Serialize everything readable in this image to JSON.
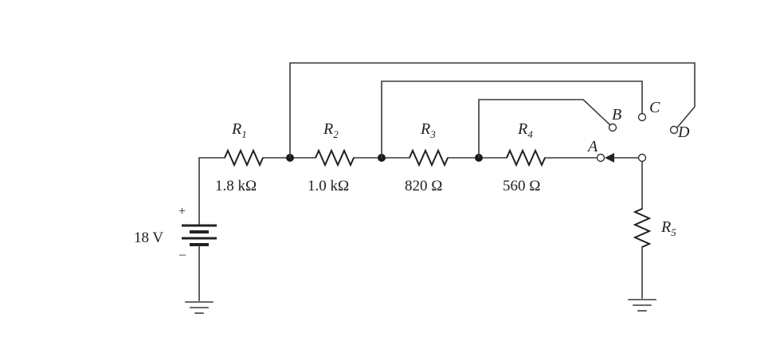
{
  "resistors": [
    {
      "name": "R",
      "sub": "1",
      "value": "1.8 kΩ"
    },
    {
      "name": "R",
      "sub": "2",
      "value": "1.0 kΩ"
    },
    {
      "name": "R",
      "sub": "3",
      "value": "820 Ω"
    },
    {
      "name": "R",
      "sub": "4",
      "value": "560 Ω"
    },
    {
      "name": "R",
      "sub": "5",
      "value": ""
    }
  ],
  "source": {
    "voltage": "18 V",
    "plus": "+",
    "minus": "–"
  },
  "switch_positions": [
    "A",
    "B",
    "C",
    "D"
  ]
}
